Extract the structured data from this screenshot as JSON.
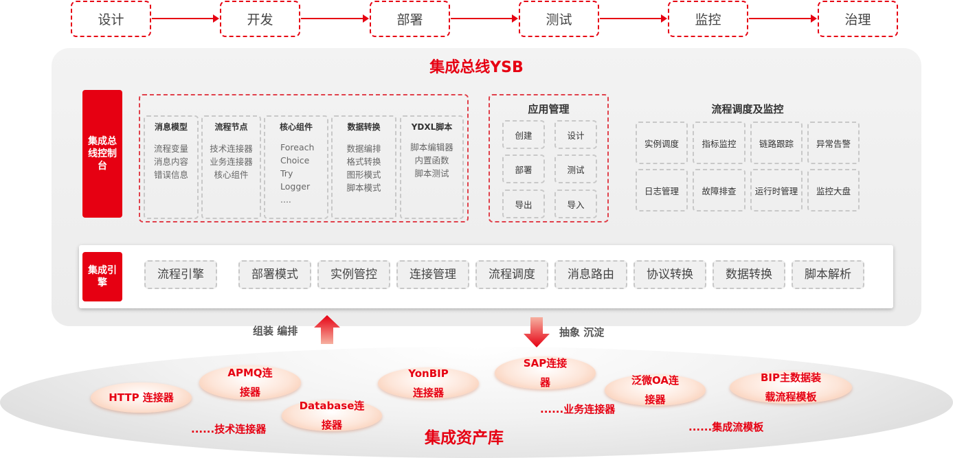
{
  "steps": [
    "设计",
    "开发",
    "部署",
    "测试",
    "监控",
    "治理"
  ],
  "title": "集成总线YSB",
  "console": {
    "label": "集成总线控制台",
    "columns": [
      {
        "title": "消息模型",
        "items": [
          "流程变量",
          "消息内容",
          "错误信息"
        ]
      },
      {
        "title": "流程节点",
        "items": [
          "技术连接器",
          "业务连接器",
          "核心组件"
        ]
      },
      {
        "title": "核心组件",
        "items": [
          "Foreach",
          "Choice",
          "Try",
          "Logger",
          "...."
        ]
      },
      {
        "title": "数据转换",
        "items": [
          "数据编排",
          "格式转换",
          "图形模式",
          "脚本模式"
        ]
      },
      {
        "title": "YDXL脚本",
        "items": [
          "脚本编辑器",
          "内置函数",
          "脚本测试"
        ]
      }
    ]
  },
  "app_mgmt": {
    "title": "应用管理",
    "buttons": [
      "创建",
      "设计",
      "部署",
      "测试",
      "导出",
      "导入"
    ]
  },
  "scheduling": {
    "title": "流程调度及监控",
    "buttons": [
      "实例调度",
      "指标监控",
      "链路跟踪",
      "异常告警",
      "日志管理",
      "故障排查",
      "运行时管理",
      "监控大盘"
    ]
  },
  "engine": {
    "label": "集成引擎",
    "items": [
      "流程引擎",
      "部署模式",
      "实例管控",
      "连接管理",
      "流程调度",
      "消息路由",
      "协议转换",
      "数据转换",
      "脚本解析"
    ]
  },
  "arrows": {
    "up": "组装 编排",
    "down": "抽象 沉淀"
  },
  "assets": {
    "title": "集成资产库",
    "pills": [
      "HTTP 连接器",
      "APMQ连接器",
      "Database连接器",
      "YonBIP连接器",
      "SAP连接器",
      "泛微OA连接器",
      "BIP主数据装载流程模板"
    ],
    "notes": [
      "......技术连接器",
      "......业务连接器",
      "......集成流模板"
    ]
  },
  "colors": {
    "accent": "#e60012"
  }
}
